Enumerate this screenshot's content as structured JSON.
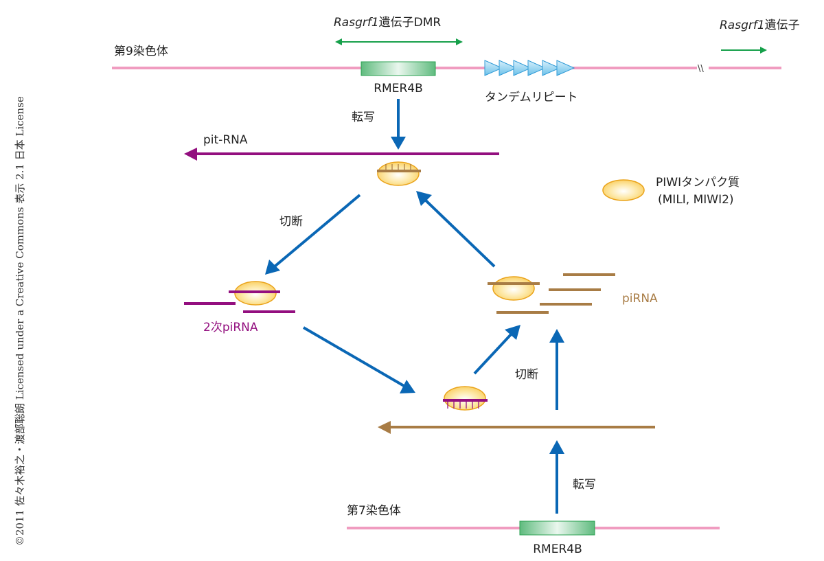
{
  "colors": {
    "chromosome": "#f09cc0",
    "arrow_blue": "#0a67b5",
    "green_arrow": "#16a04a",
    "rmer_fill": "#6cc08a",
    "rmer_stroke": "#2aa050",
    "repeat_fill": "#7fc8ee",
    "repeat_stroke": "#2f9ad6",
    "pit_rna": "#930f7f",
    "secondary_pirna": "#930f7f",
    "pirna": "#a87c45",
    "piwi_fill": "#fbd46e",
    "piwi_stroke": "#eaa31a",
    "label": "#222222"
  },
  "labels": {
    "chr9": "第9染色体",
    "chr7": "第7染色体",
    "dmr_prefix": "Rasgrf1",
    "dmr_suffix": "遺伝子DMR",
    "gene_prefix": "Rasgrf1",
    "gene_suffix": "遺伝子",
    "rmer_top": "RMER4B",
    "rmer_bottom": "RMER4B",
    "tandem_repeat": "タンデムリピート",
    "transcription_top": "転写",
    "transcription_bottom": "転写",
    "pit_rna": "pit-RNA",
    "cleavage_left": "切断",
    "cleavage_right": "切断",
    "secondary_pirna": "2次piRNA",
    "pirna": "piRNA",
    "legend_line1": "PIWIタンパク質",
    "legend_line2": "(MILI, MIWI2)",
    "break_mark": "\\\\"
  },
  "credit": "©2011 佐々木裕之・渡部聡朗 Licensed under a Creative Commons 表示 2.1 日本 License",
  "tandem_repeat_count": 6
}
